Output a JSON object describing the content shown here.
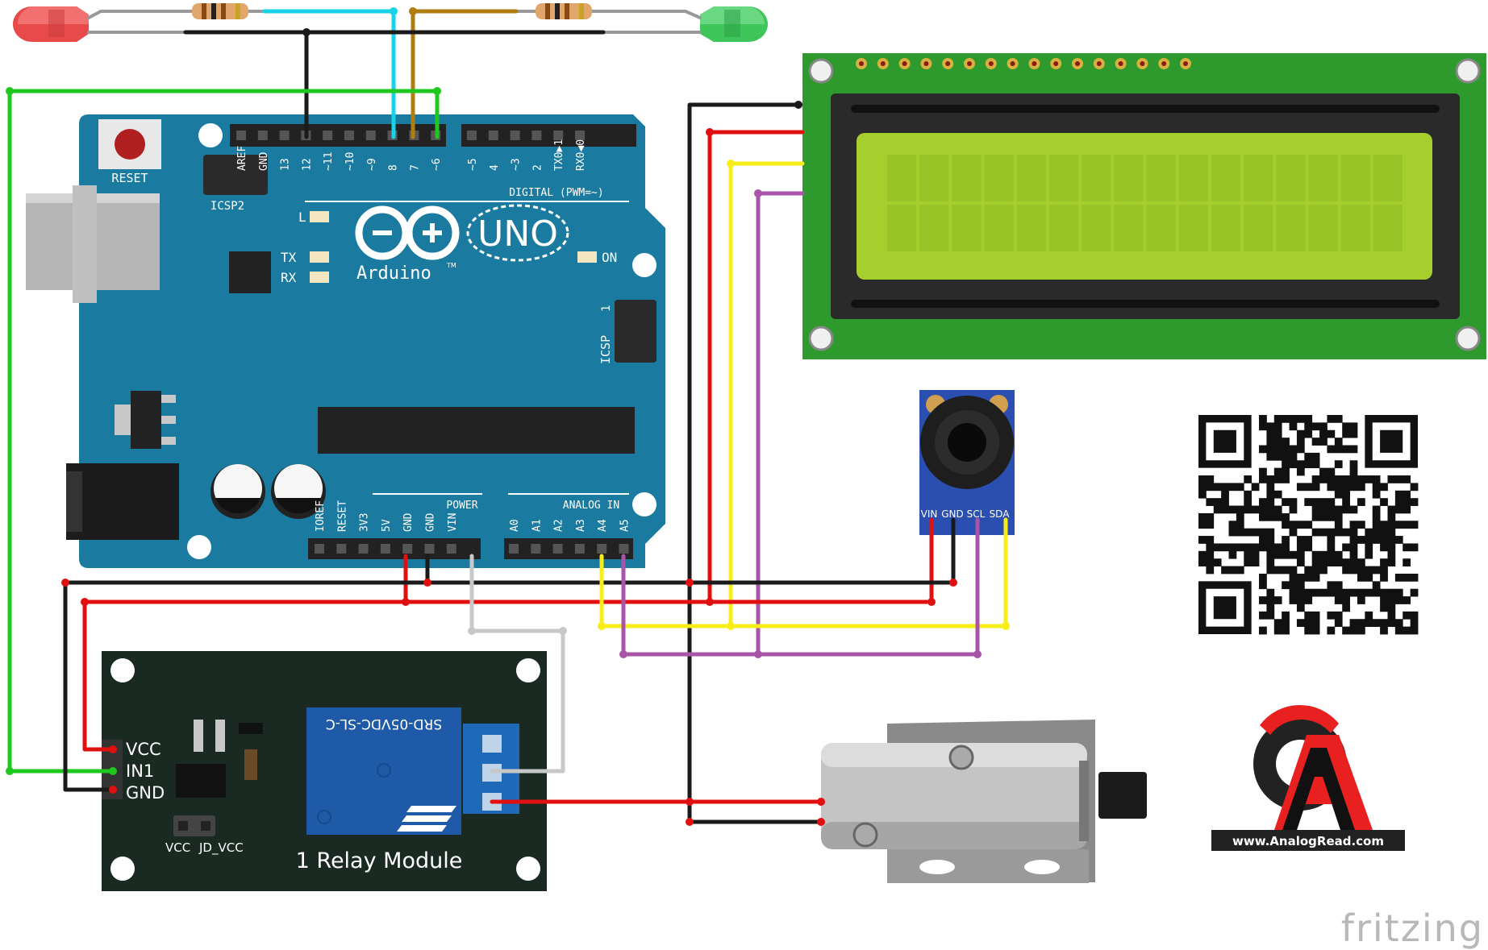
{
  "arduino": {
    "reset_label": "RESET",
    "icsp2_label": "ICSP2",
    "icsp_label": "ICSP",
    "icsp_pin1": "1",
    "digital_label": "DIGITAL (PWM=~)",
    "digital_pins": [
      "AREF",
      "GND",
      "13",
      "12",
      "~11",
      "~10",
      "~9",
      "8",
      "7",
      "~6",
      "~5",
      "4",
      "~3",
      "2",
      "TX0▶1",
      "RX0◀0"
    ],
    "led_l": "L",
    "led_tx": "TX",
    "led_rx": "RX",
    "led_on": "ON",
    "uno_label": "UNO",
    "brand": "Arduino",
    "tm": "TM",
    "power_label": "POWER",
    "analog_label": "ANALOG IN",
    "power_pins": [
      "IOREF",
      "RESET",
      "3V3",
      "5V",
      "GND",
      "GND",
      "VIN"
    ],
    "analog_pins": [
      "A0",
      "A1",
      "A2",
      "A3",
      "A4",
      "A5"
    ]
  },
  "relay": {
    "pin_vcc": "VCC",
    "pin_in1": "IN1",
    "pin_gnd": "GND",
    "jumper_vcc": "VCC",
    "jumper_jdvcc": "JD_VCC",
    "relay_part": "SRD-05VDC-SL-C",
    "title": "1 Relay Module"
  },
  "sensor": {
    "pins": [
      "VIN",
      "GND",
      "SCL",
      "SDA"
    ]
  },
  "logo": {
    "url_text": "www.AnalogRead.com",
    "letter": "A"
  },
  "footer": {
    "fritzing": "fritzing"
  },
  "colors": {
    "board": "#1a7aa0",
    "wire_red": "#e01010",
    "wire_black": "#1a1a1a",
    "wire_green": "#1ec81e",
    "wire_cyan": "#18d2e8",
    "wire_brown": "#b07d10",
    "wire_yellow": "#f7ee18",
    "wire_purple": "#a854a8",
    "wire_white": "#c8c8c8",
    "lcd_pcb": "#2e9a2e",
    "lcd_screen": "#a6cf2e",
    "relay_pcb": "#1a2a22",
    "relay_block": "#1e5aa8",
    "led_red": "#e84a4a",
    "led_green": "#3ec65a"
  }
}
